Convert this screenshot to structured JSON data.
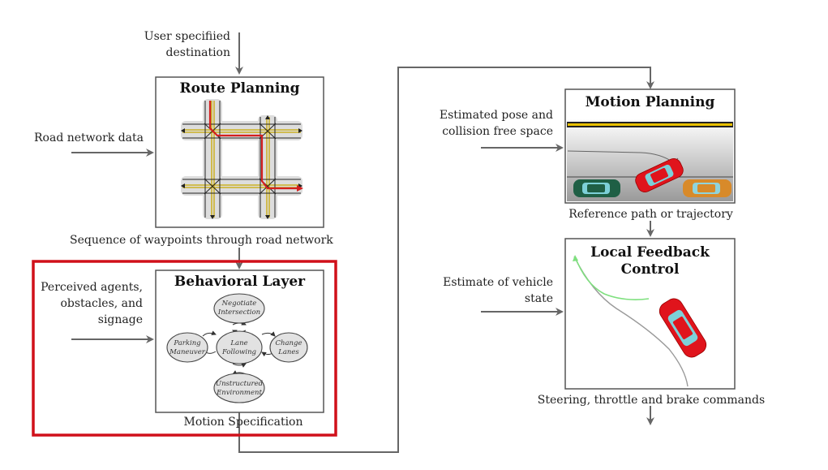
{
  "inputs": {
    "destination": [
      "User specifiied",
      "destination"
    ],
    "road_network": "Road network data",
    "perceived": [
      "Perceived agents,",
      "obstacles, and",
      "signage"
    ],
    "pose": [
      "Estimated pose and",
      "collision free space"
    ],
    "vehicle_state": [
      "Estimate of vehicle",
      "state"
    ]
  },
  "outputs": {
    "waypoints": "Sequence of waypoints through road network",
    "motion_spec": "Motion Specification",
    "reference_path": "Reference path or trajectory",
    "commands": "Steering, throttle and brake commands"
  },
  "modules": {
    "route_planning": "Route Planning",
    "behavioral_layer": "Behavioral Layer",
    "motion_planning": "Motion Planning",
    "local_feedback": [
      "Local Feedback",
      "Control"
    ]
  },
  "behavior_states": {
    "negotiate": [
      "Negotiate",
      "Intersection"
    ],
    "parking": [
      "Parking",
      "Maneuver"
    ],
    "lane": [
      "Lane",
      "Following"
    ],
    "change": [
      "Change",
      "Lanes"
    ],
    "unstructured": [
      "Unstructured",
      "Environment"
    ]
  },
  "colors": {
    "highlight": "#d0101a",
    "arrow": "#666666",
    "box": "#555555",
    "route": "#d42020",
    "lane_yellow": "#c8a800",
    "car_red": "#e0141c",
    "car_green": "#1f5f45",
    "car_orange": "#d88a2a",
    "path_green": "#7ee07e"
  }
}
